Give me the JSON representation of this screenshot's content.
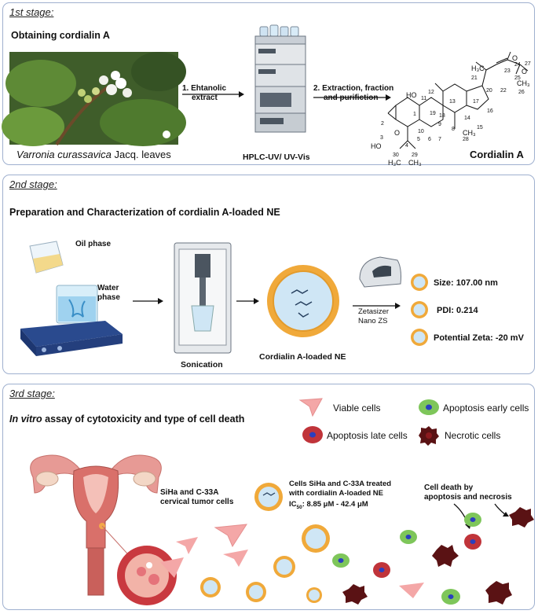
{
  "stage1": {
    "title": "1st stage:",
    "subtitle": "Obtaining cordialin A",
    "plant_caption_italic": "Varronia curassavica",
    "plant_caption_rest": " Jacq. leaves",
    "arrow1_line1": "1. Ehtanolic",
    "arrow1_line2": "extract",
    "instrument_label": "HPLC-UV/ UV-Vis",
    "arrow2_line1": "2. Extraction, fraction",
    "arrow2_line2": "and purifiction",
    "compound_name": "Cordialin A",
    "atoms": {
      "h3c_top": "H₃C",
      "n21": "21",
      "n20": "20",
      "n22": "22",
      "n23": "23",
      "n24": "24",
      "n25": "25",
      "n26": "26",
      "n27": "27",
      "ch3_right": "CH₃",
      "o_top": "O",
      "o_epox": "O",
      "ho_top": "HO",
      "n11": "11",
      "n12": "12",
      "n13": "13",
      "n17": "17",
      "n16": "16",
      "n18": "18",
      "n14": "14",
      "n15": "15",
      "ch3_mid": "CH₃",
      "n28": "28",
      "n1": "1",
      "n19": "19",
      "n9": "9",
      "n8": "8",
      "n2": "2",
      "n3": "3",
      "n10": "10",
      "n4": "4",
      "n5": "5",
      "n6": "6",
      "n7": "7",
      "o_ring": "O",
      "ho_bottom": "HO",
      "n30": "30",
      "n29": "29",
      "h3c_bottom": "H₃C",
      "ch3_bottom": "CH₃"
    }
  },
  "stage2": {
    "title": "2nd stage:",
    "subtitle": "Preparation and Characterization of cordialin A-loaded NE",
    "oil_phase": "Oil phase",
    "water_phase_line1": "Water",
    "water_phase_line2": "phase",
    "sonication": "Sonication",
    "ne_label": "Cordialin A-loaded NE",
    "zetasizer_line1": "Zetasizer",
    "zetasizer_line2": "Nano ZS",
    "size": "Size: 107.00 nm",
    "pdi": "PDI: 0.214",
    "zeta": "Potential Zeta: -20 mV"
  },
  "stage3": {
    "title": "3rd stage:",
    "subtitle_italic": "In vitro",
    "subtitle_rest": " assay of cytotoxicity and type of cell death",
    "legend": {
      "viable": "Viable cells",
      "early": "Apoptosis early cells",
      "late": "Apoptosis late cells",
      "necrotic": "Necrotic cells"
    },
    "tumor_line1": "SiHa and C-33A",
    "tumor_line2": "cervical tumor cells",
    "treated_line1": "Cells SiHa and C-33A treated",
    "treated_line2": "with cordialin A-loaded NE",
    "ic50_prefix": "IC",
    "ic50_sub": "50",
    "ic50_value": ": 8.85 μM - 42.4 μM",
    "death_line1": "Cell death by",
    "death_line2": "apoptosis and necrosis"
  },
  "colors": {
    "panel_border": "#9fb0cf",
    "droplet_shell": "#f0a93a",
    "droplet_core": "#cfe6f5",
    "viable_cell": "#f4a7a7",
    "early_cell": "#7ec65a",
    "late_cell": "#c0343a",
    "necrotic_cell": "#5a1214",
    "nucleus": "#2a3fbf"
  }
}
